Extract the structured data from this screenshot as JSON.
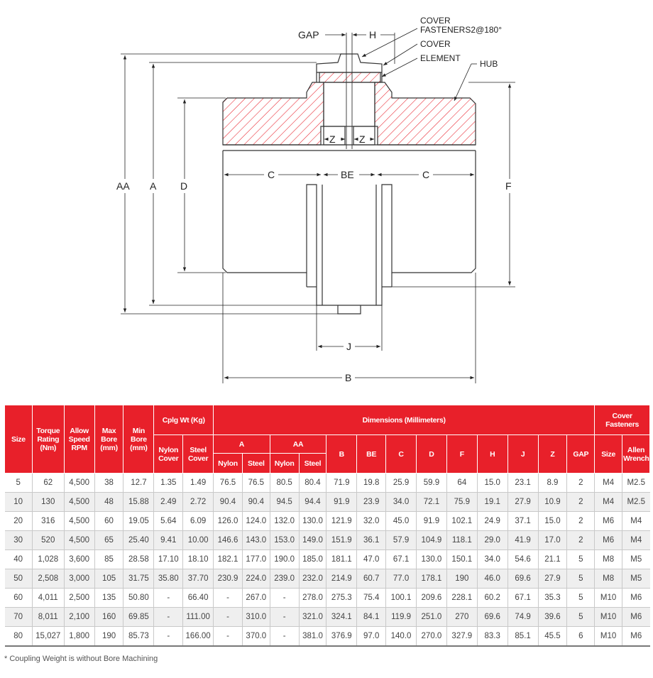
{
  "drawing": {
    "dims": {
      "gap": "GAP",
      "h": "H",
      "aa": "AA",
      "a": "A",
      "d": "D",
      "f": "F",
      "c": "C",
      "be": "BE",
      "z": "Z",
      "j": "J",
      "b": "B"
    },
    "callouts": {
      "cover_fasteners_1": "COVER",
      "cover_fasteners_2": "FASTENERS2@180°",
      "cover": "COVER",
      "element": "ELEMENT",
      "hub": "HUB"
    },
    "colors": {
      "hatch": "#e8202a",
      "line": "#333333"
    }
  },
  "table": {
    "head": {
      "size": "Size",
      "torque": [
        "Torque",
        "Rating",
        "(Nm)"
      ],
      "speed": [
        "Allow",
        "Speed",
        "RPM"
      ],
      "max_bore": [
        "Max",
        "Bore",
        "(mm)"
      ],
      "min_bore": [
        "Min",
        "Bore",
        "(mm)"
      ],
      "cplg_wt": "Cplg Wt (Kg)",
      "dimensions": "Dimensions (Millimeters)",
      "cover_fasteners": [
        "Cover",
        "Fasteners"
      ],
      "nylon_cover": [
        "Nylon",
        "Cover"
      ],
      "steel_cover": [
        "Steel",
        "Cover"
      ],
      "a": "A",
      "aa": "AA",
      "nylon": "Nylon",
      "steel": "Steel",
      "b": "B",
      "be": "BE",
      "c": "C",
      "d": "D",
      "f": "F",
      "h": "H",
      "j": "J",
      "z": "Z",
      "gap": "GAP",
      "fsize": "Size",
      "allen": [
        "Allen",
        "Wrench"
      ]
    },
    "rows": [
      [
        "5",
        "62",
        "4,500",
        "38",
        "12.7",
        "1.35",
        "1.49",
        "76.5",
        "76.5",
        "80.5",
        "80.4",
        "71.9",
        "19.8",
        "25.9",
        "59.9",
        "64",
        "15.0",
        "23.1",
        "8.9",
        "2",
        "M4",
        "M2.5"
      ],
      [
        "10",
        "130",
        "4,500",
        "48",
        "15.88",
        "2.49",
        "2.72",
        "90.4",
        "90.4",
        "94.5",
        "94.4",
        "91.9",
        "23.9",
        "34.0",
        "72.1",
        "75.9",
        "19.1",
        "27.9",
        "10.9",
        "2",
        "M4",
        "M2.5"
      ],
      [
        "20",
        "316",
        "4,500",
        "60",
        "19.05",
        "5.64",
        "6.09",
        "126.0",
        "124.0",
        "132.0",
        "130.0",
        "121.9",
        "32.0",
        "45.0",
        "91.9",
        "102.1",
        "24.9",
        "37.1",
        "15.0",
        "2",
        "M6",
        "M4"
      ],
      [
        "30",
        "520",
        "4,500",
        "65",
        "25.40",
        "9.41",
        "10.00",
        "146.6",
        "143.0",
        "153.0",
        "149.0",
        "151.9",
        "36.1",
        "57.9",
        "104.9",
        "118.1",
        "29.0",
        "41.9",
        "17.0",
        "2",
        "M6",
        "M4"
      ],
      [
        "40",
        "1,028",
        "3,600",
        "85",
        "28.58",
        "17.10",
        "18.10",
        "182.1",
        "177.0",
        "190.0",
        "185.0",
        "181.1",
        "47.0",
        "67.1",
        "130.0",
        "150.1",
        "34.0",
        "54.6",
        "21.1",
        "5",
        "M8",
        "M5"
      ],
      [
        "50",
        "2,508",
        "3,000",
        "105",
        "31.75",
        "35.80",
        "37.70",
        "230.9",
        "224.0",
        "239.0",
        "232.0",
        "214.9",
        "60.7",
        "77.0",
        "178.1",
        "190",
        "46.0",
        "69.6",
        "27.9",
        "5",
        "M8",
        "M5"
      ],
      [
        "60",
        "4,011",
        "2,500",
        "135",
        "50.80",
        "-",
        "66.40",
        "-",
        "267.0",
        "-",
        "278.0",
        "275.3",
        "75.4",
        "100.1",
        "209.6",
        "228.1",
        "60.2",
        "67.1",
        "35.3",
        "5",
        "M10",
        "M6"
      ],
      [
        "70",
        "8,011",
        "2,100",
        "160",
        "69.85",
        "-",
        "111.00",
        "-",
        "310.0",
        "-",
        "321.0",
        "324.1",
        "84.1",
        "119.9",
        "251.0",
        "270",
        "69.6",
        "74.9",
        "39.6",
        "5",
        "M10",
        "M6"
      ],
      [
        "80",
        "15,027",
        "1,800",
        "190",
        "85.73",
        "-",
        "166.00",
        "-",
        "370.0",
        "-",
        "381.0",
        "376.9",
        "97.0",
        "140.0",
        "270.0",
        "327.9",
        "83.3",
        "85.1",
        "45.5",
        "6",
        "M10",
        "M6"
      ]
    ]
  },
  "footnote": "* Coupling Weight is without Bore Machining"
}
